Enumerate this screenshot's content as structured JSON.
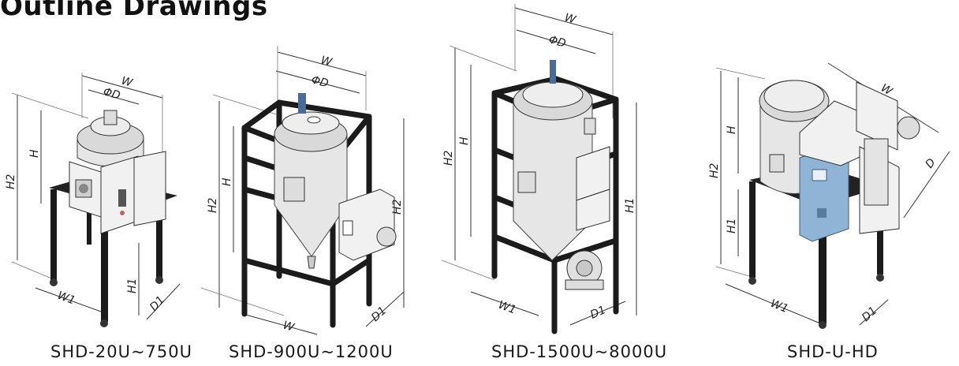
{
  "title": "Outline Drawings",
  "dimension_labels": {
    "width": "W",
    "diameter": "ΦD",
    "height": "H",
    "height_total": "H2",
    "height_frame": "H1",
    "width_frame": "W1",
    "depth_frame": "D1",
    "depth": "D"
  },
  "figures": [
    {
      "caption": "SHD-20U~750U"
    },
    {
      "caption": "SHD-900U~1200U"
    },
    {
      "caption": "SHD-1500U~8000U"
    },
    {
      "caption": "SHD-U-HD"
    }
  ],
  "colors": {
    "frame": "#1b1b1b",
    "steel": "#e6e6e6",
    "panel_blue": "#8fb4d6",
    "text": "#1a1a1a"
  }
}
